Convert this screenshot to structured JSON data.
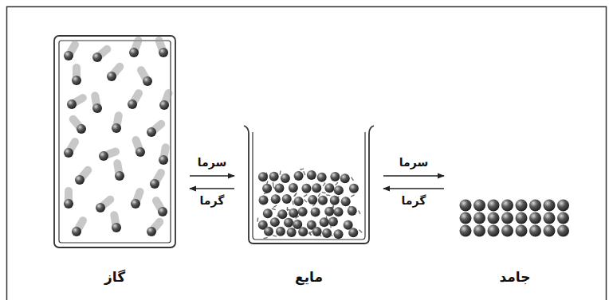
{
  "diagram": {
    "nodes": [
      {
        "text": [
          "گاز"
        ]
      },
      {
        "text": [
          "مایع"
        ]
      },
      {
        "text": [
          "جامد"
        ]
      }
    ],
    "edges": [
      {
        "from": 0,
        "to": 1,
        "label": "سرما",
        "arrow": "to"
      },
      {
        "from": 1,
        "to": 0,
        "label": "گرما",
        "arrow": "to"
      },
      {
        "from": 1,
        "to": 2,
        "label": "سرما",
        "arrow": "to"
      },
      {
        "from": 2,
        "to": 1,
        "label": "گرما",
        "arrow": "to"
      }
    ]
  }
}
